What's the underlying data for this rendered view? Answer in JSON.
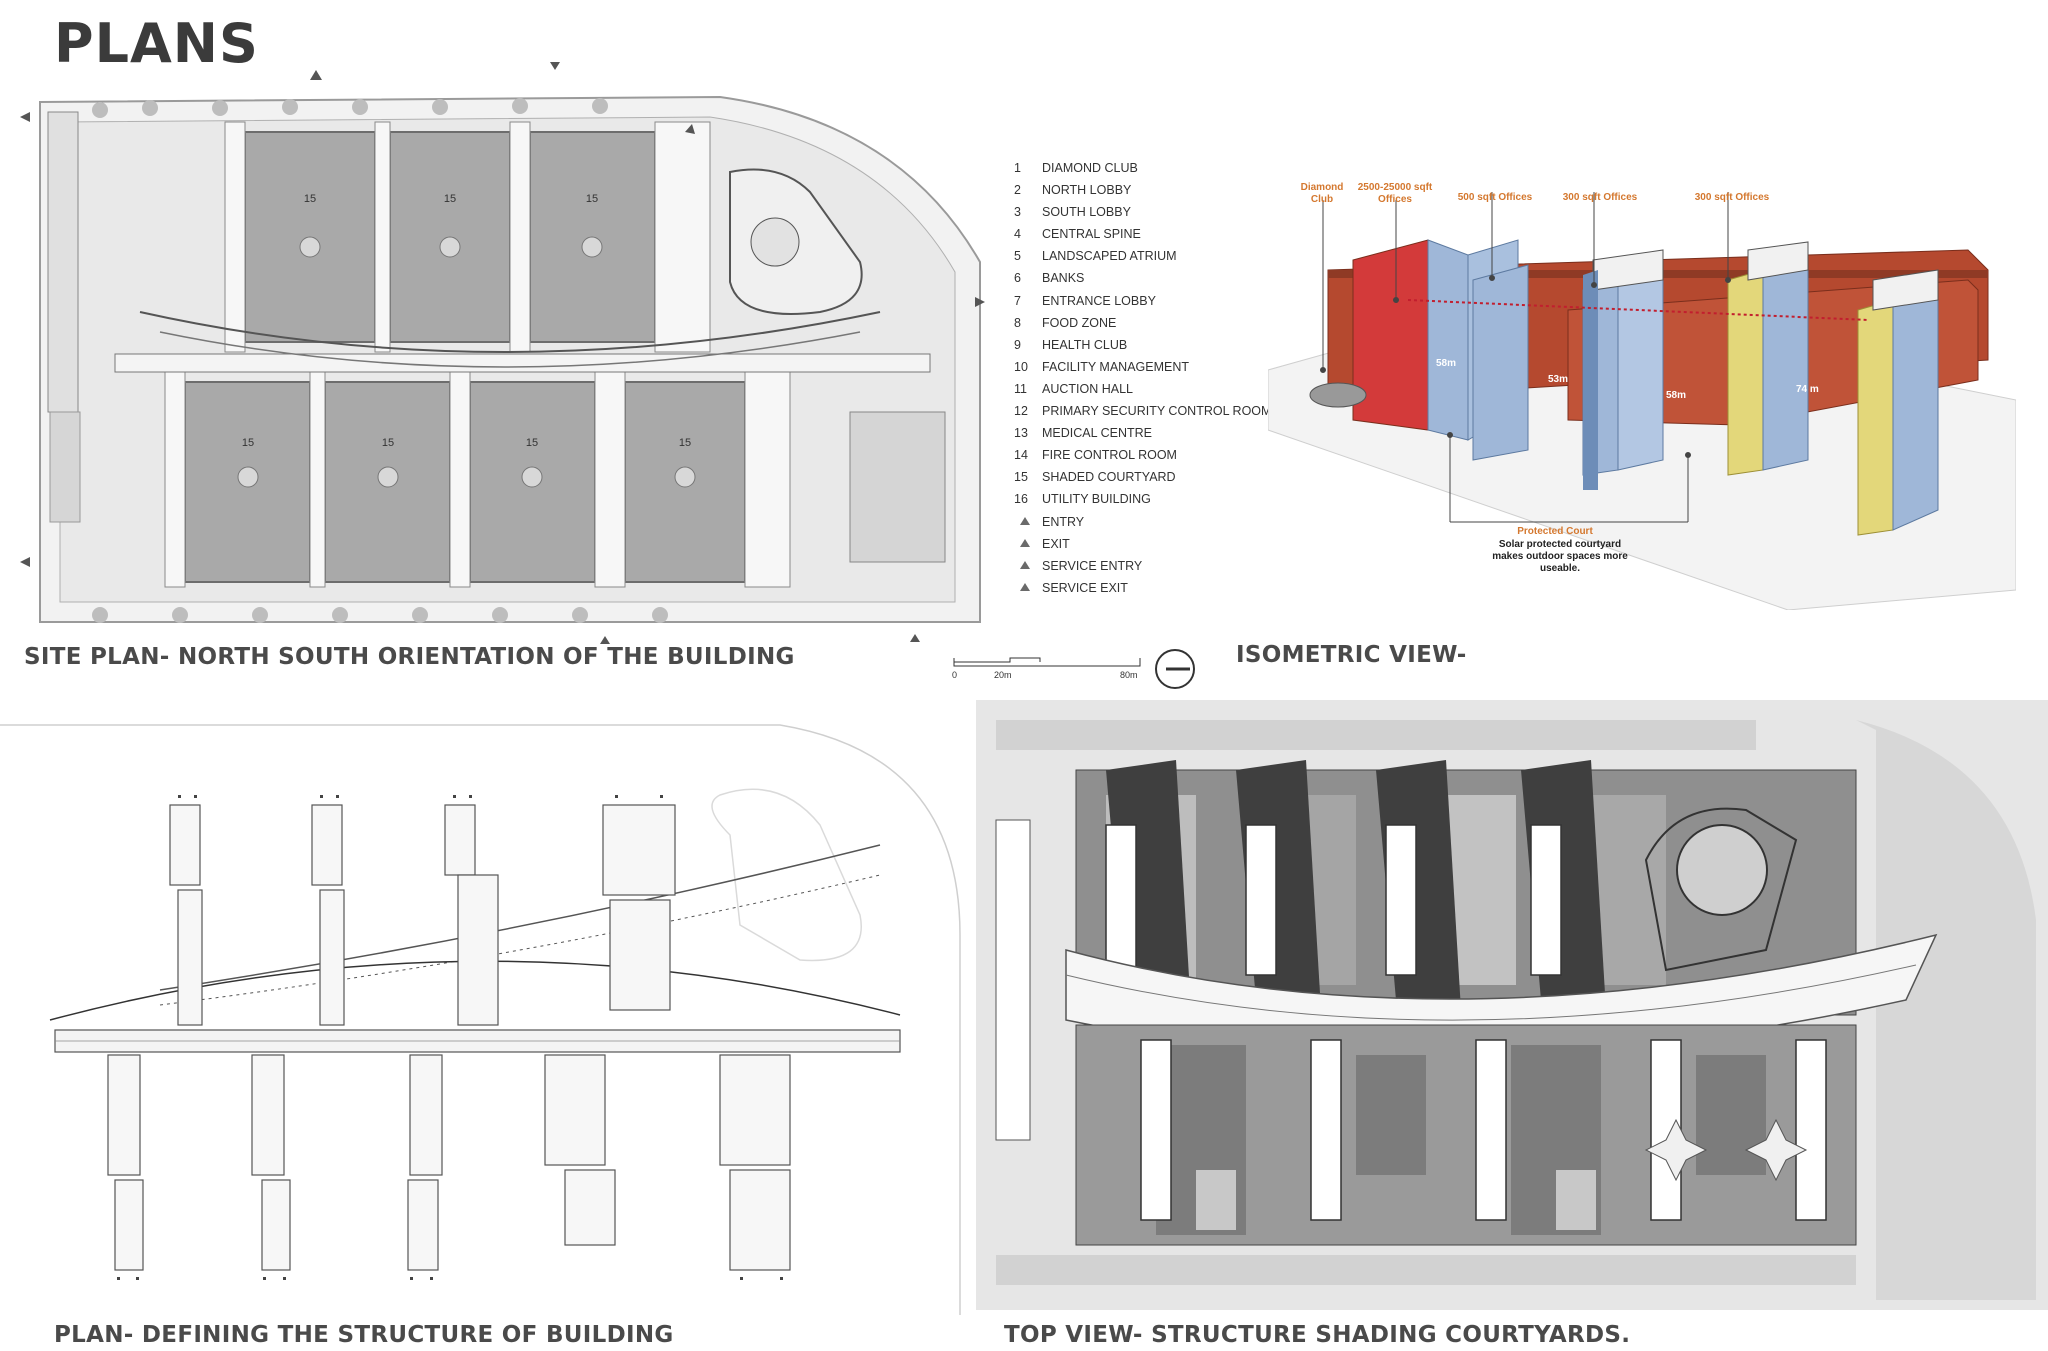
{
  "page": {
    "title": "PLANS"
  },
  "site_plan": {
    "caption": "SITE PLAN- NORTH SOUTH ORIENTATION OF THE BUILDING",
    "courtyard_number": "15"
  },
  "legend": {
    "items": [
      {
        "num": "1",
        "label": "DIAMOND CLUB"
      },
      {
        "num": "2",
        "label": "NORTH LOBBY"
      },
      {
        "num": "3",
        "label": "SOUTH LOBBY"
      },
      {
        "num": "4",
        "label": "CENTRAL SPINE"
      },
      {
        "num": "5",
        "label": "LANDSCAPED ATRIUM"
      },
      {
        "num": "6",
        "label": "BANKS"
      },
      {
        "num": "7",
        "label": "ENTRANCE LOBBY"
      },
      {
        "num": "8",
        "label": "FOOD ZONE"
      },
      {
        "num": "9",
        "label": "HEALTH CLUB"
      },
      {
        "num": "10",
        "label": "FACILITY MANAGEMENT"
      },
      {
        "num": "11",
        "label": "AUCTION HALL"
      },
      {
        "num": "12",
        "label": "PRIMARY SECURITY CONTROL ROOM"
      },
      {
        "num": "13",
        "label": "MEDICAL CENTRE"
      },
      {
        "num": "14",
        "label": "FIRE CONTROL ROOM"
      },
      {
        "num": "15",
        "label": "SHADED COURTYARD"
      },
      {
        "num": "16",
        "label": "UTILITY BUILDING"
      }
    ],
    "symbols": [
      {
        "label": "ENTRY"
      },
      {
        "label": "EXIT"
      },
      {
        "label": "SERVICE ENTRY"
      },
      {
        "label": "SERVICE EXIT"
      }
    ]
  },
  "scale": {
    "ticks": [
      "0",
      "20m",
      "80m"
    ]
  },
  "isometric": {
    "caption": "ISOMETRIC VIEW-",
    "labels": [
      {
        "text": "Diamond Club"
      },
      {
        "text": "2500-25000 sqft Offices"
      },
      {
        "text": "500 sqft Offices"
      },
      {
        "text": "300 sqft Offices"
      },
      {
        "text": "300 sqft Offices"
      }
    ],
    "dimensions": [
      "58m",
      "53m",
      "58m",
      "74 m"
    ],
    "note_title": "Protected Court",
    "note_body": "Solar protected courtyard makes outdoor spaces more useable.",
    "colors": {
      "brick": "#b5492f",
      "blue": "#9fb7d8",
      "red": "#d33a3a",
      "yellow": "#e3d77a",
      "label": "#d4782f"
    }
  },
  "structure_plan": {
    "caption": "PLAN- DEFINING THE STRUCTURE OF BUILDING"
  },
  "top_view": {
    "caption": "TOP VIEW- STRUCTURE SHADING COURTYARDS."
  }
}
